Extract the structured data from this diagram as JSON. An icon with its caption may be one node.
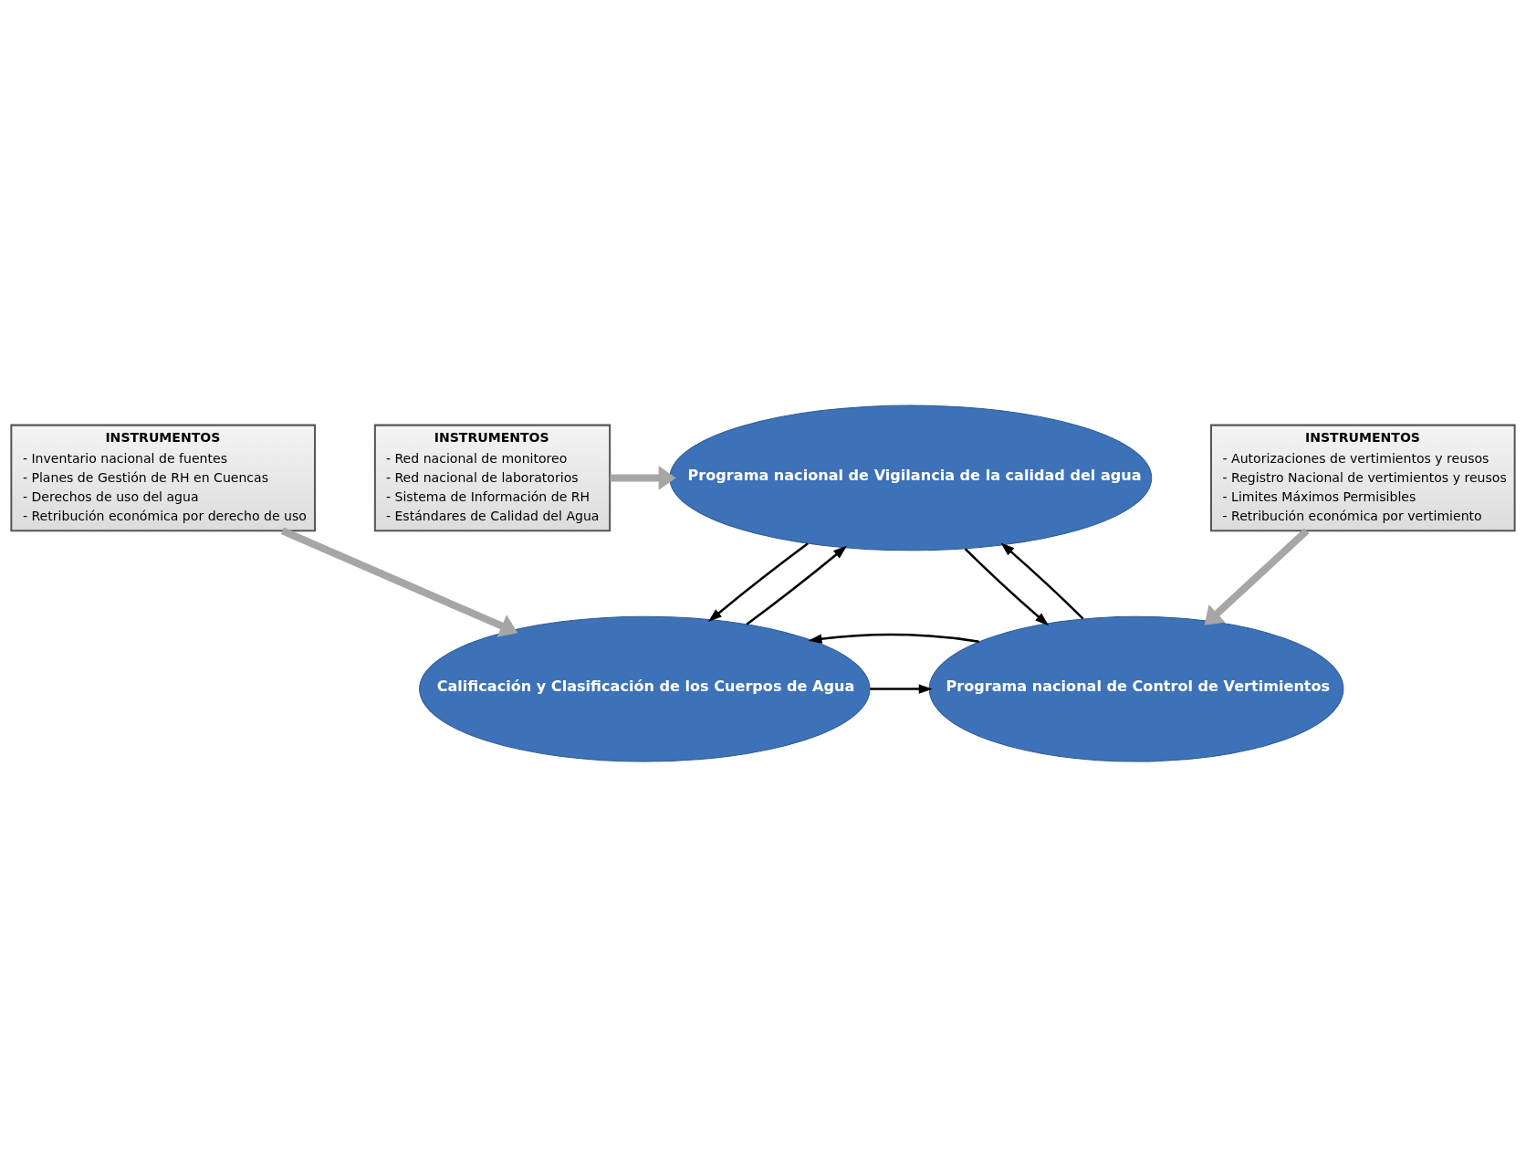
{
  "diagram": {
    "nodes": [
      {
        "text": [
          "Programa nacional de Vigilancia de la calidad del agua"
        ]
      },
      {
        "text": [
          "Calificación y Clasificación de los Cuerpos de Agua"
        ]
      },
      {
        "text": [
          "Programa nacional de Control de Vertimientos"
        ]
      },
      {
        "text": [
          "INSTRUMENTOS",
          "- Red nacional de monitoreo",
          "- Red nacional de laboratorios",
          "- Sistema de Información de RH",
          "- Estándares de Calidad del Agua"
        ]
      },
      {
        "text": [
          "INSTRUMENTOS",
          "- Inventario nacional de fuentes",
          "- Planes de Gestión de RH en Cuencas",
          "- Derechos de uso del agua",
          "- Retribución económica por derecho de uso"
        ]
      },
      {
        "text": [
          "INSTRUMENTOS",
          "- Autorizaciones de vertimientos y reusos",
          "- Registro Nacional de vertimientos y reusos",
          "- Limites Máximos Permisibles",
          "- Retribución económica por vertimiento"
        ]
      }
    ],
    "edges": [
      {
        "from": 1,
        "to": 0,
        "arrow": "to"
      },
      {
        "from": 0,
        "to": 1,
        "arrow": "to"
      },
      {
        "from": 2,
        "to": 0,
        "arrow": "to"
      },
      {
        "from": 0,
        "to": 2,
        "arrow": "to"
      },
      {
        "from": 1,
        "to": 2,
        "arrow": "to"
      },
      {
        "from": 2,
        "to": 1,
        "arrow": "to"
      },
      {
        "from": 3,
        "to": 0,
        "arrow": "to",
        "style": "thick",
        "color": "#a6a6a6"
      },
      {
        "from": 4,
        "to": 1,
        "arrow": "to",
        "style": "thick",
        "color": "#a6a6a6"
      },
      {
        "from": 5,
        "to": 2,
        "arrow": "to",
        "style": "thick",
        "color": "#a6a6a6"
      }
    ]
  }
}
